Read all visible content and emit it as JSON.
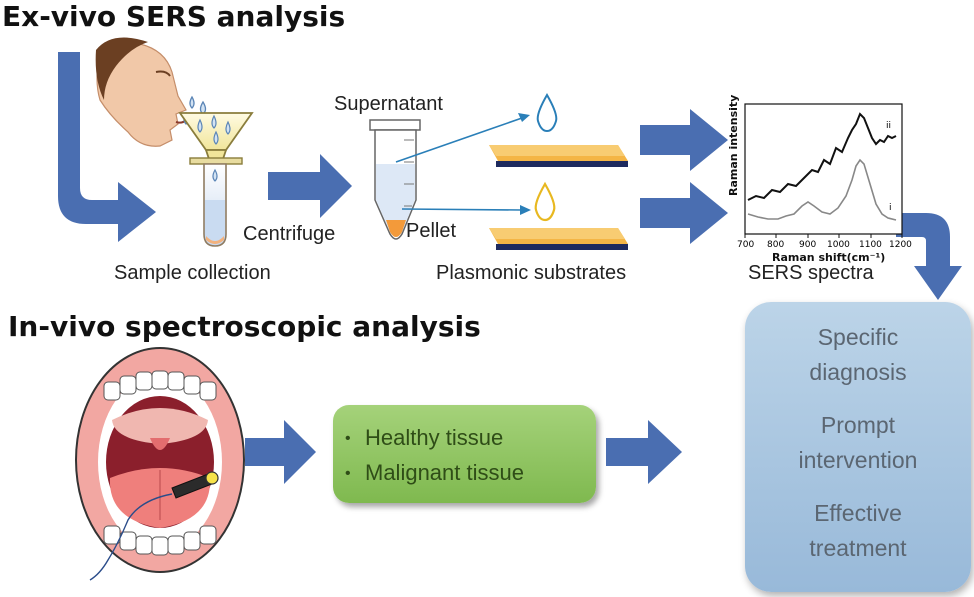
{
  "titles": {
    "ex_vivo": "Ex-vivo SERS analysis",
    "in_vivo": "In-vivo spectroscopic analysis"
  },
  "labels": {
    "supernatant": "Supernatant",
    "centrifuge": "Centrifuge",
    "pellet": "Pellet",
    "sample_collection": "Sample collection",
    "plasmonic_substrates": "Plasmonic substrates",
    "sers_spectra": "SERS spectra"
  },
  "tissue_list": [
    "Healthy tissue",
    "Malignant tissue"
  ],
  "outcomes": [
    [
      "Specific",
      "diagnosis"
    ],
    [
      "Prompt",
      "intervention"
    ],
    [
      "Effective",
      "treatment"
    ]
  ],
  "spectrum_inset": {
    "ylabel": "Raman intensity",
    "xlabel": "Raman shift(cm⁻¹)",
    "x_ticks": [
      "700",
      "800",
      "900",
      "1000",
      "1100",
      "1200"
    ],
    "curve_labels": [
      "ii",
      "i"
    ]
  },
  "colors": {
    "arrow_blue": "#4a6eb1",
    "green_box": "#8dc45f",
    "blue_box": "#a9c6e2",
    "droplet_blue": "#2a7fb8",
    "droplet_yellow": "#e8b820",
    "substrate_gold": "#f4b545",
    "substrate_navy": "#1e2a5e"
  }
}
